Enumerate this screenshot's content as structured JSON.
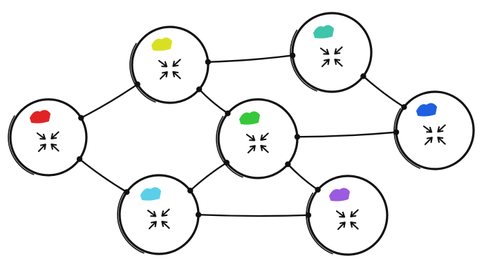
{
  "nodes": [
    {
      "id": "red",
      "color": "#e02424",
      "icon": "inward-arrows-icon"
    },
    {
      "id": "yellow",
      "color": "#d9e022",
      "icon": "inward-arrows-icon"
    },
    {
      "id": "teal",
      "color": "#40c4aa",
      "icon": "inward-arrows-icon"
    },
    {
      "id": "green",
      "color": "#36c83a",
      "icon": "inward-arrows-icon"
    },
    {
      "id": "blue",
      "color": "#1f5fe0",
      "icon": "inward-arrows-icon"
    },
    {
      "id": "cyan",
      "color": "#5bcfe8",
      "icon": "inward-arrows-icon"
    },
    {
      "id": "purple",
      "color": "#9a5be0",
      "icon": "inward-arrows-icon"
    }
  ],
  "edges": [
    {
      "from": "red",
      "to": "yellow"
    },
    {
      "from": "red",
      "to": "cyan"
    },
    {
      "from": "yellow",
      "to": "teal"
    },
    {
      "from": "yellow",
      "to": "green"
    },
    {
      "from": "teal",
      "to": "blue"
    },
    {
      "from": "green",
      "to": "blue"
    },
    {
      "from": "green",
      "to": "cyan"
    },
    {
      "from": "green",
      "to": "purple"
    },
    {
      "from": "cyan",
      "to": "purple"
    }
  ]
}
